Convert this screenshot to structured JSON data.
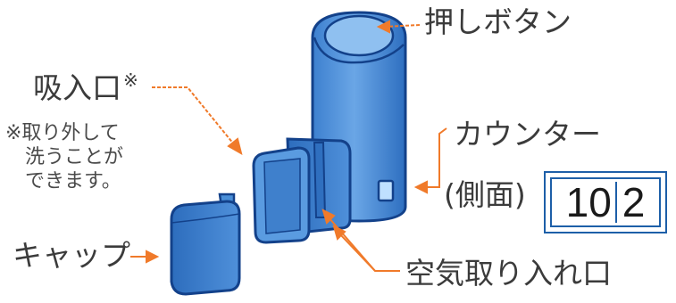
{
  "labels": {
    "push_button": "押しボタン",
    "intake": "吸入口",
    "intake_mark": "※",
    "note_line1": "※取り外して",
    "note_line2": "洗うことが",
    "note_line3": "できます。",
    "counter": "カウンター",
    "side": "(側面)",
    "cap": "キャップ",
    "air_inlet": "空気取り入れ口"
  },
  "counter_display": {
    "left": "10",
    "right": "2"
  },
  "colors": {
    "device_fill": "#4a8fd8",
    "device_dark": "#2a6cb8",
    "outline": "#13418a",
    "arrow": "#f07a2a",
    "counter_frame": "#1d5fa8"
  }
}
